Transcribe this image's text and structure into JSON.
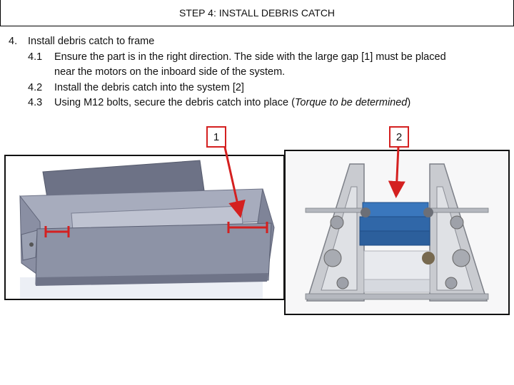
{
  "header": {
    "title": "STEP 4: INSTALL DEBRIS CATCH"
  },
  "steps": {
    "main": {
      "num": "4.",
      "text": "Install debris catch to frame"
    },
    "s1": {
      "num": "4.1",
      "text": "Ensure the part is in the right direction. The side with the large gap [1] must be placed",
      "cont": "near the motors on the inboard side of the system."
    },
    "s2": {
      "num": "4.2",
      "text": "Install the debris catch into the system [2]"
    },
    "s3": {
      "num": "4.3",
      "text_before": "Using M12 bolts, secure the debris catch into place (",
      "italic": "Torque to be determined",
      "text_after": ")"
    }
  },
  "callouts": {
    "c1": "1",
    "c2": "2"
  },
  "colors": {
    "callout_red": "#d42020",
    "catch_blue": "#3a77bd",
    "sheet_gray": "#8d93a6"
  }
}
